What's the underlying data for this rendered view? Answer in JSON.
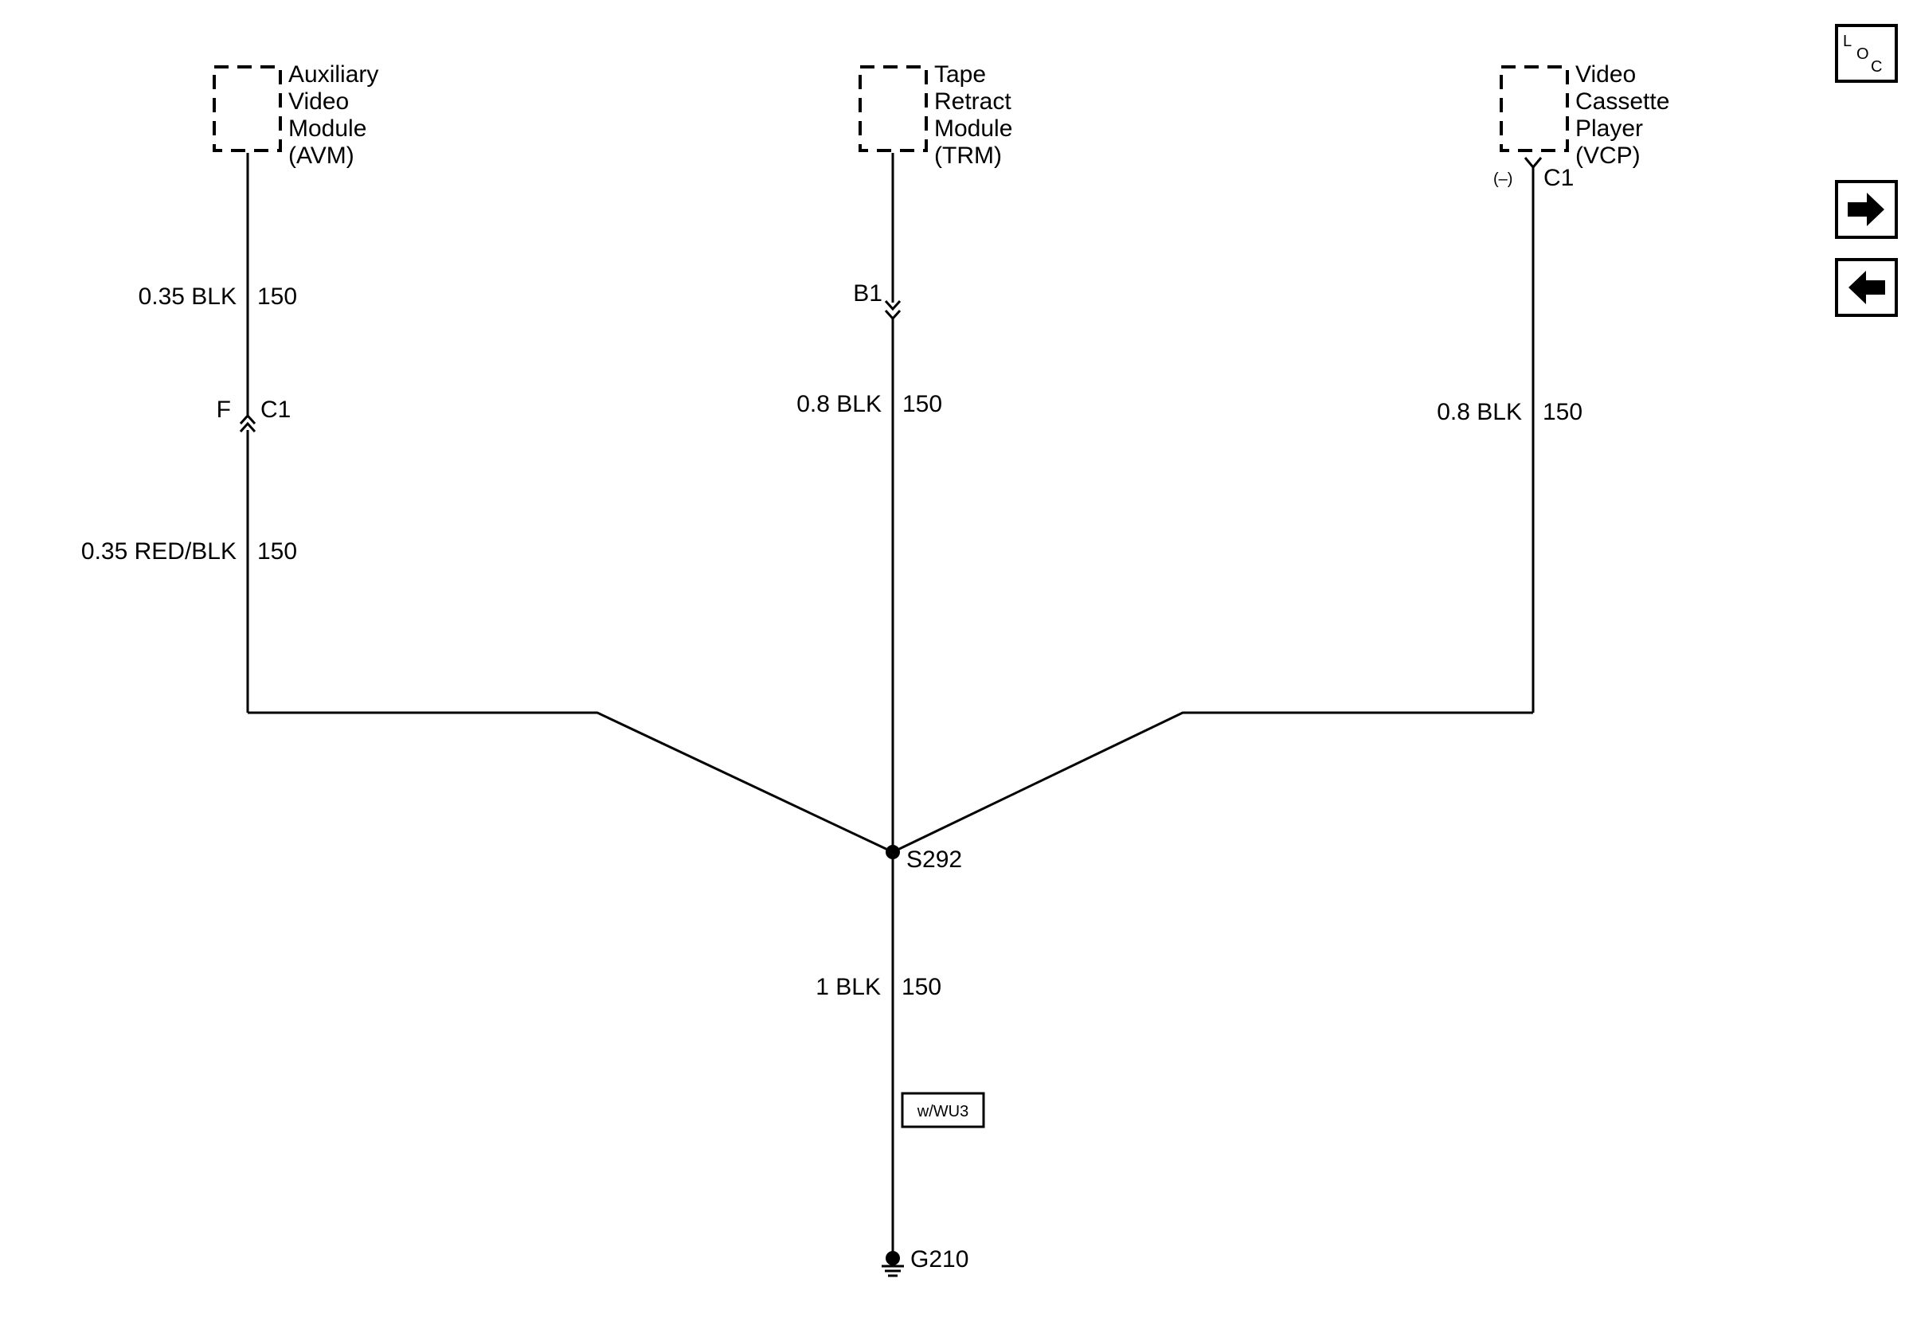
{
  "components": {
    "avm": {
      "lines": [
        "Auxiliary",
        "Video",
        "Module",
        "(AVM)"
      ]
    },
    "trm": {
      "lines": [
        "Tape",
        "Retract",
        "Module",
        "(TRM)"
      ]
    },
    "vcp": {
      "lines": [
        "Video",
        "Cassette",
        "Player",
        "(VCP)"
      ],
      "pin_polarity": "(–)",
      "connector": "C1"
    }
  },
  "wires": {
    "avm_upper": {
      "gauge_color": "0.35 BLK",
      "circuit": "150"
    },
    "avm_lower": {
      "gauge_color": "0.35 RED/BLK",
      "circuit": "150"
    },
    "avm_connector": {
      "pin": "F",
      "connector": "C1"
    },
    "trm": {
      "gauge_color": "0.8 BLK",
      "circuit": "150",
      "connector": "B1"
    },
    "vcp": {
      "gauge_color": "0.8 BLK",
      "circuit": "150"
    },
    "ground_wire": {
      "gauge_color": "1 BLK",
      "circuit": "150"
    }
  },
  "splice": {
    "id": "S292"
  },
  "option_box": {
    "label": "w/WU3"
  },
  "ground": {
    "id": "G210"
  },
  "loc_icon": {
    "l": "L",
    "o": "O",
    "c": "C"
  },
  "nav": {
    "next_icon": "arrow-right-icon",
    "prev_icon": "arrow-left-icon"
  }
}
